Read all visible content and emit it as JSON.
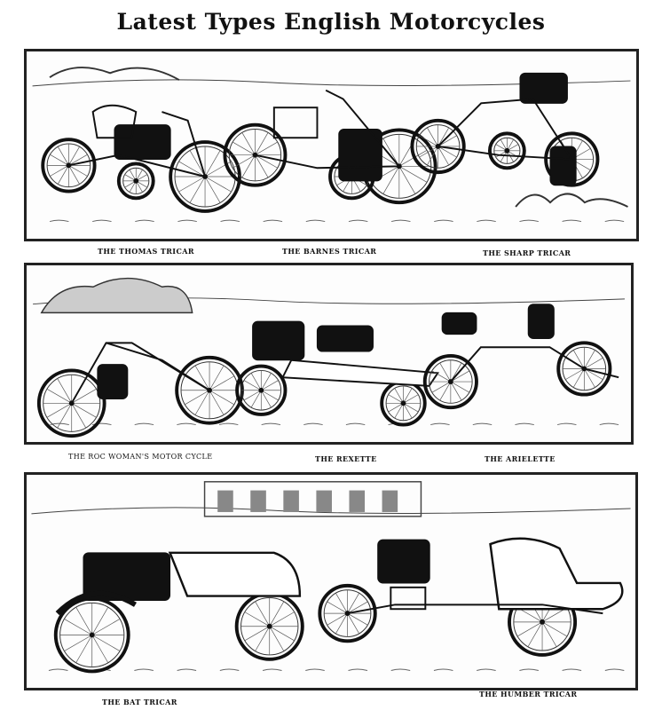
{
  "title": "Latest Types English Motorcycles",
  "panels": [
    {
      "captions": [
        "The Thomas Tricar",
        "The Barnes Tricar",
        "The Sharp Tricar"
      ]
    },
    {
      "captions": [
        "The Roc Woman's Motor Cycle",
        "The Rexette",
        "The Arielette"
      ]
    },
    {
      "captions": [
        "The Bat Tricar",
        "The Humber Tricar"
      ]
    }
  ]
}
